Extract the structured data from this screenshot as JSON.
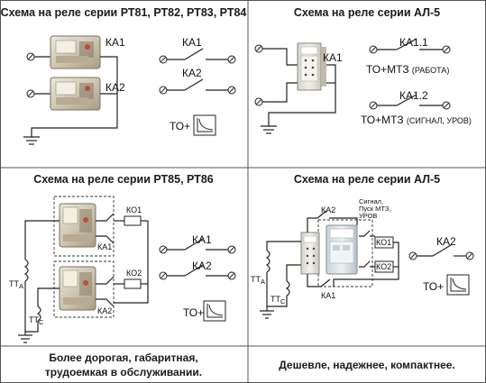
{
  "panels": {
    "top_left_title": "Схема на реле серии РТ81, РТ82, РТ83, РТ84",
    "top_right_title": "Схема на реле серии АЛ-5",
    "mid_left_title": "Схема на реле серии РТ85, РТ86",
    "mid_right_title": "Схема на реле серии АЛ-5"
  },
  "labels": {
    "ka1": "КА1",
    "ka2": "КА2",
    "ka11": "КА1.1",
    "ka12": "КА1.2",
    "to_plus": "ТО+",
    "to_mtz_work_main": "ТО+МТЗ ",
    "to_mtz_work_note": "(РАБОТА)",
    "to_mtz_signal_main": "ТО+МТЗ ",
    "to_mtz_signal_note": "(СИГНАЛ, УРОВ)",
    "ko1": "КО1",
    "ko2": "КО2",
    "tta": "ТТ",
    "tta_sub": "А",
    "ttc": "ТТ",
    "ttc_sub": "С",
    "signal_line1": "Сигнал,",
    "signal_line2": "Пуск МТЗ,",
    "signal_line3": "УРОВ"
  },
  "footer": {
    "left_line1": "Более дорогая, габаритная,",
    "left_line2": "трудоемкая в обслуживании.",
    "right": "Дешевле, надежнее, компактнее."
  },
  "colors": {
    "grid": "#555555",
    "wire": "#222222",
    "relay_body": "#d9d2c3",
    "relay_dark": "#8a7f6a",
    "al5_body": "#e6e2d8",
    "al5_accent": "#b9c7cf"
  }
}
